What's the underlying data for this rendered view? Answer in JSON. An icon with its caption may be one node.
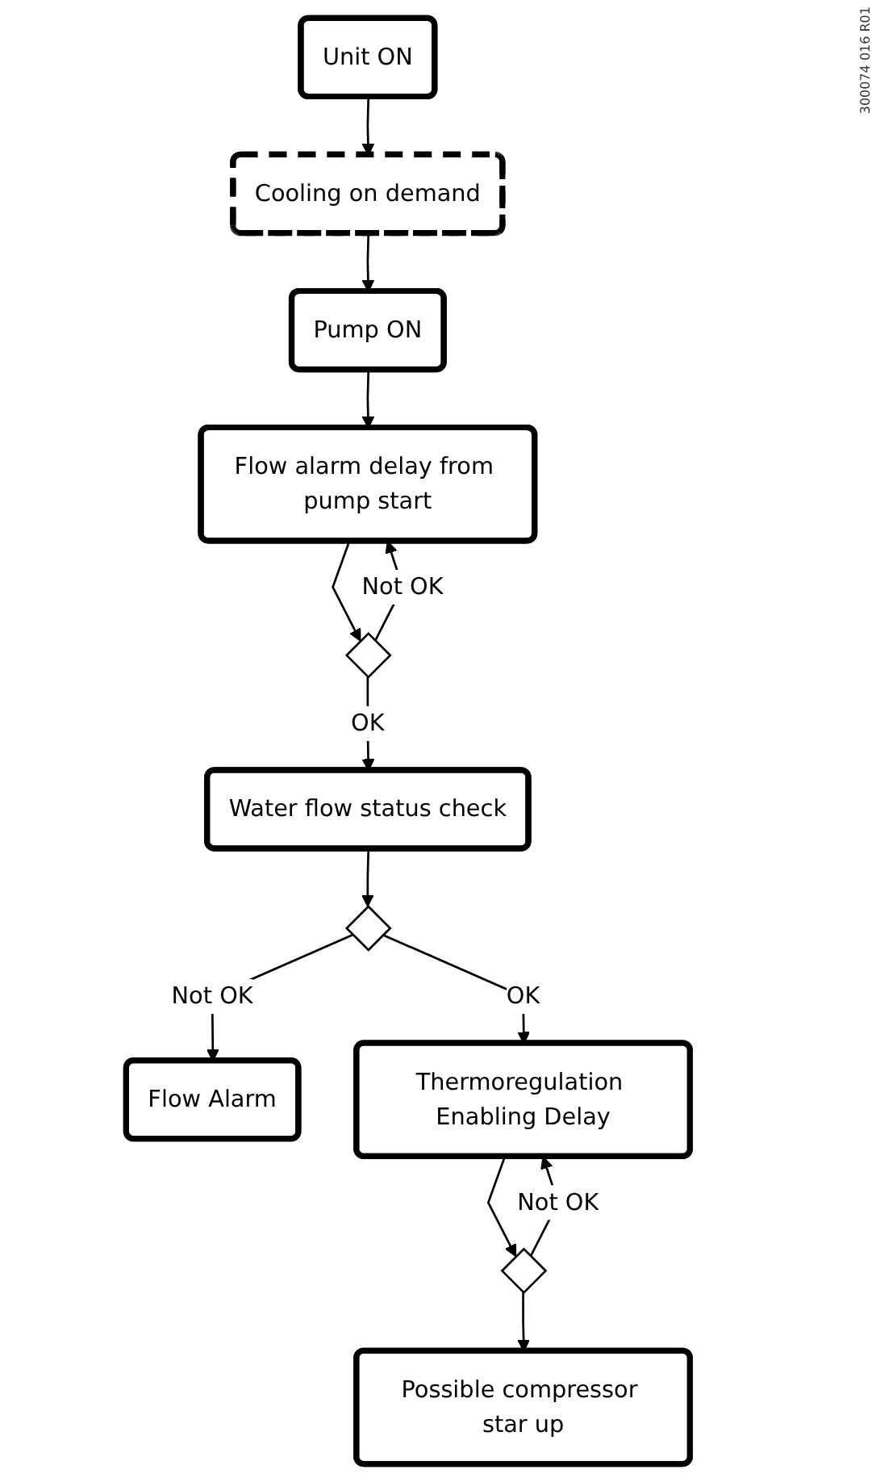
{
  "diagram": {
    "nodes": [
      {
        "text": [
          "Unit ON"
        ]
      },
      {
        "text": [
          "Cooling on demand"
        ]
      },
      {
        "text": [
          "Pump ON"
        ]
      },
      {
        "text": [
          "Flow alarm delay from pump start"
        ]
      },
      {
        "text": [],
        "shape": "diamond"
      },
      {
        "text": [
          "Water flow status check"
        ]
      },
      {
        "text": [
          "Flow Alarm"
        ]
      },
      {
        "text": [],
        "shape": "diamond"
      },
      {
        "text": [
          "Thermoregulation Enabling Delay"
        ]
      },
      {
        "text": [],
        "shape": "diamond"
      },
      {
        "text": [
          "Possible compressor star up"
        ]
      }
    ],
    "edges": [
      {
        "from": 0,
        "to": 1,
        "arrow": "to"
      },
      {
        "from": 1,
        "to": 2,
        "arrow": "to"
      },
      {
        "from": 2,
        "to": 3,
        "arrow": "to"
      },
      {
        "from": 3,
        "to": 4,
        "arrow": "to"
      },
      {
        "from": 4,
        "to": 3,
        "arrow": "to",
        "label": "Not OK"
      },
      {
        "from": 4,
        "to": 5,
        "arrow": "to",
        "label": "OK"
      },
      {
        "from": 5,
        "to": 7,
        "arrow": "to"
      },
      {
        "from": 7,
        "to": 6,
        "arrow": "to",
        "label": "Not OK"
      },
      {
        "from": 7,
        "to": 8,
        "arrow": "to",
        "label": "OK"
      },
      {
        "from": 8,
        "to": 9,
        "arrow": "to"
      },
      {
        "from": 9,
        "to": 8,
        "arrow": "to",
        "label": "Not OK"
      },
      {
        "from": 9,
        "to": 10,
        "arrow": "to"
      }
    ],
    "labels": [
      "300074 016 R01"
    ]
  }
}
